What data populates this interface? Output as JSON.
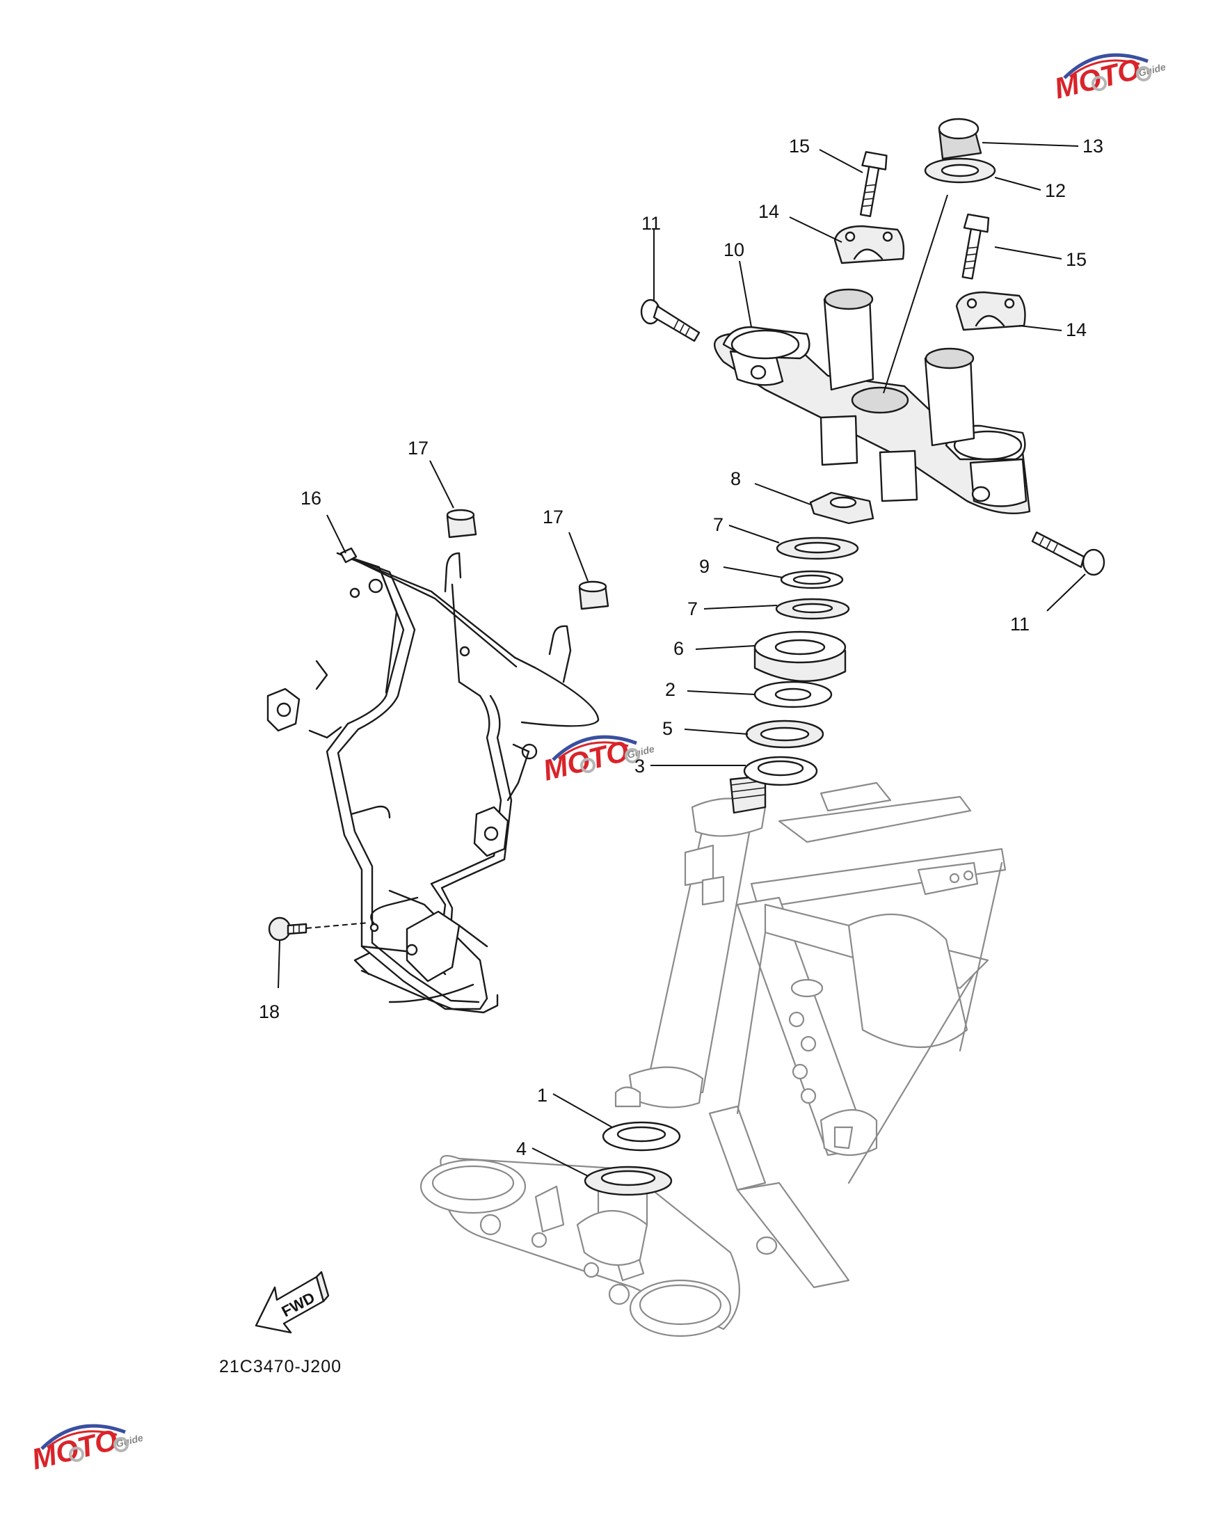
{
  "diagram": {
    "drawing_code": "21C3470-J200",
    "fwd_label": "FWD",
    "watermark": {
      "main": "MOTO",
      "sub": "Guide",
      "primary_color": "#d9242a",
      "secondary_color": "#3a4fa0"
    },
    "callouts": [
      {
        "id": "c1",
        "label": "1"
      },
      {
        "id": "c2",
        "label": "2"
      },
      {
        "id": "c3",
        "label": "3"
      },
      {
        "id": "c4",
        "label": "4"
      },
      {
        "id": "c5",
        "label": "5"
      },
      {
        "id": "c6",
        "label": "6"
      },
      {
        "id": "c7a",
        "label": "7"
      },
      {
        "id": "c7b",
        "label": "7"
      },
      {
        "id": "c8",
        "label": "8"
      },
      {
        "id": "c9",
        "label": "9"
      },
      {
        "id": "c10",
        "label": "10"
      },
      {
        "id": "c11a",
        "label": "11"
      },
      {
        "id": "c11b",
        "label": "11"
      },
      {
        "id": "c12",
        "label": "12"
      },
      {
        "id": "c13",
        "label": "13"
      },
      {
        "id": "c14a",
        "label": "14"
      },
      {
        "id": "c14b",
        "label": "14"
      },
      {
        "id": "c15a",
        "label": "15"
      },
      {
        "id": "c15b",
        "label": "15"
      },
      {
        "id": "c16",
        "label": "16"
      },
      {
        "id": "c17a",
        "label": "17"
      },
      {
        "id": "c17b",
        "label": "17"
      },
      {
        "id": "c18",
        "label": "18"
      }
    ]
  }
}
